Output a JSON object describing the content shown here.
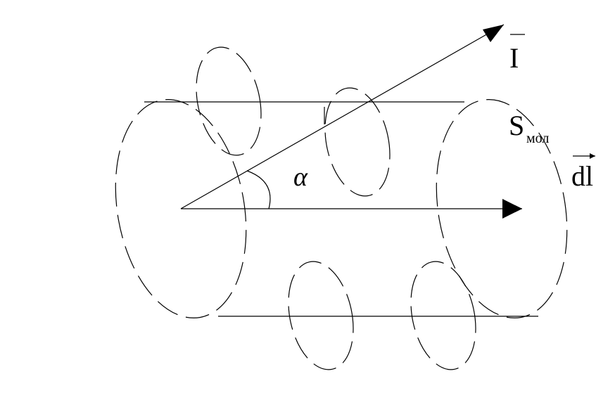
{
  "labels": {
    "current": "I",
    "area_main": "S",
    "area_sub": "мол",
    "length_element": "dl",
    "angle": "α"
  },
  "colors": {
    "stroke": "#000000",
    "background": "#ffffff"
  }
}
